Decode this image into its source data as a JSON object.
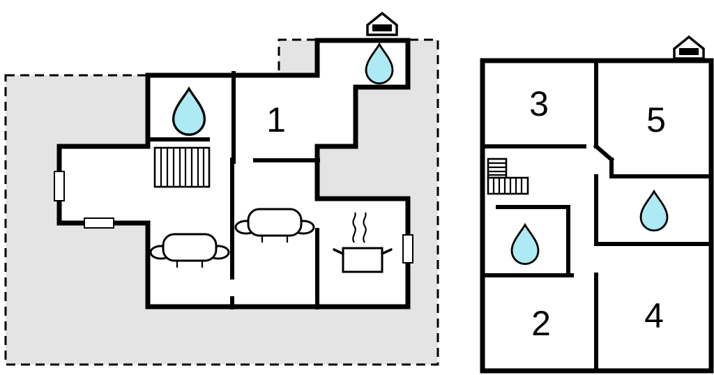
{
  "colors": {
    "wall": "#000000",
    "plot_fill": "#e4e4e4",
    "water_fill": "#aeeaf4",
    "background": "#ffffff"
  },
  "left_plan": {
    "room_labels": {
      "room1": "1"
    }
  },
  "right_plan": {
    "room_labels": {
      "room3": "3",
      "room5": "5",
      "room2": "2",
      "room4": "4"
    }
  },
  "icons": {
    "water_drop": "water-drop",
    "chimney": "chimney",
    "stairs": "stairs",
    "sofa": "sofa",
    "stove_pot": "stove-pot",
    "window": "window-opening"
  }
}
